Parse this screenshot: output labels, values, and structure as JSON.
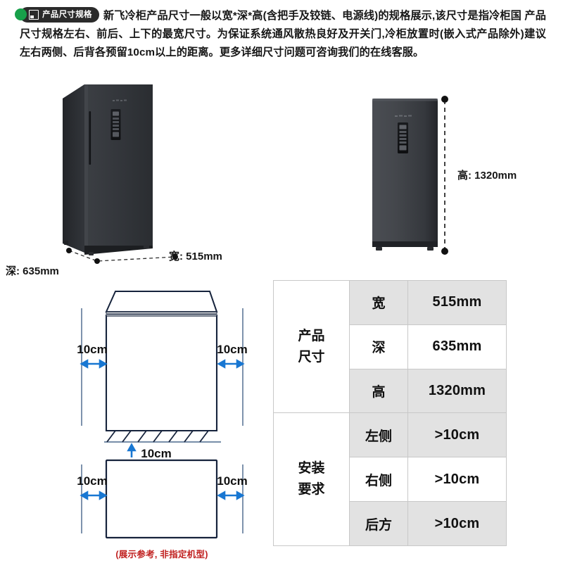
{
  "header": {
    "badge": {
      "icon": "document-spec-icon",
      "label": "产品尺寸规格"
    },
    "paragraph": "新飞冷柜产品尺寸一般以宽*深*高(含把手及铰链、电源线)的规格展示,该尺寸是指冷柜国 产品尺寸规格左右、前后、上下的最宽尺寸。为保证系统通风散热良好及开关门,冷柜放置时(嵌入式产品除外)建议左右两侧、后背各预留10cm以上的距离。更多详细尺寸问题可咨询我们的在线客服。"
  },
  "hero": {
    "depth_label": "深: 635mm",
    "width_label": "宽: 515mm",
    "height_label": "高: 1320mm"
  },
  "clearance": {
    "front_left": "10cm",
    "front_right": "10cm",
    "wall_gap": "10cm",
    "top_left": "10cm",
    "top_right": "10cm",
    "note": "(展示参考, 非指定机型)"
  },
  "spec_table": {
    "groups": [
      {
        "name": "产品\n尺寸",
        "name_line1": "产品",
        "name_line2": "尺寸",
        "rows": [
          {
            "key": "宽",
            "value": "515mm",
            "shaded": true
          },
          {
            "key": "深",
            "value": "635mm",
            "shaded": false
          },
          {
            "key": "高",
            "value": "1320mm",
            "shaded": true
          }
        ]
      },
      {
        "name": "安装\n要求",
        "name_line1": "安装",
        "name_line2": "要求",
        "rows": [
          {
            "key": "左侧",
            "value": ">10cm",
            "shaded": true
          },
          {
            "key": "右侧",
            "value": ">10cm",
            "shaded": false
          },
          {
            "key": "后方",
            "value": ">10cm",
            "shaded": true
          }
        ]
      }
    ]
  },
  "colors": {
    "badge_bg": "#2b2b2b",
    "badge_dot": "#17a04a",
    "accent_blue": "#1f7fe0",
    "note_red": "#c0201f",
    "table_shade": "#e2e2e2",
    "table_border": "#c8c8c8",
    "outline_navy": "#16233c"
  }
}
